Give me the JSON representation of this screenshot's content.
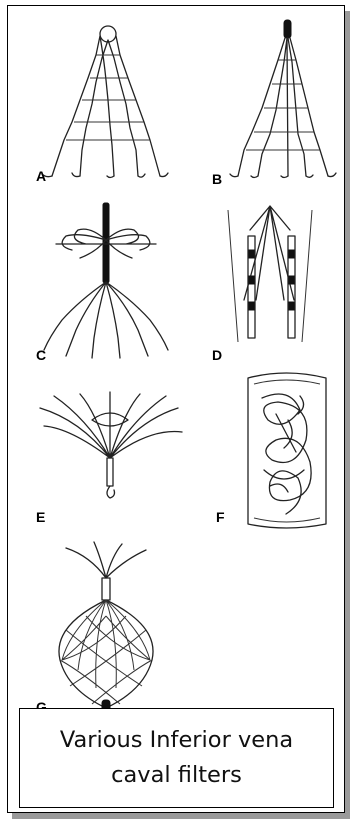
{
  "figure": {
    "panels": [
      {
        "label": "A"
      },
      {
        "label": "B"
      },
      {
        "label": "C"
      },
      {
        "label": "D"
      },
      {
        "label": "E"
      },
      {
        "label": "F"
      },
      {
        "label": "G"
      }
    ]
  },
  "caption": {
    "text": "Various Inferior vena caval filters"
  }
}
